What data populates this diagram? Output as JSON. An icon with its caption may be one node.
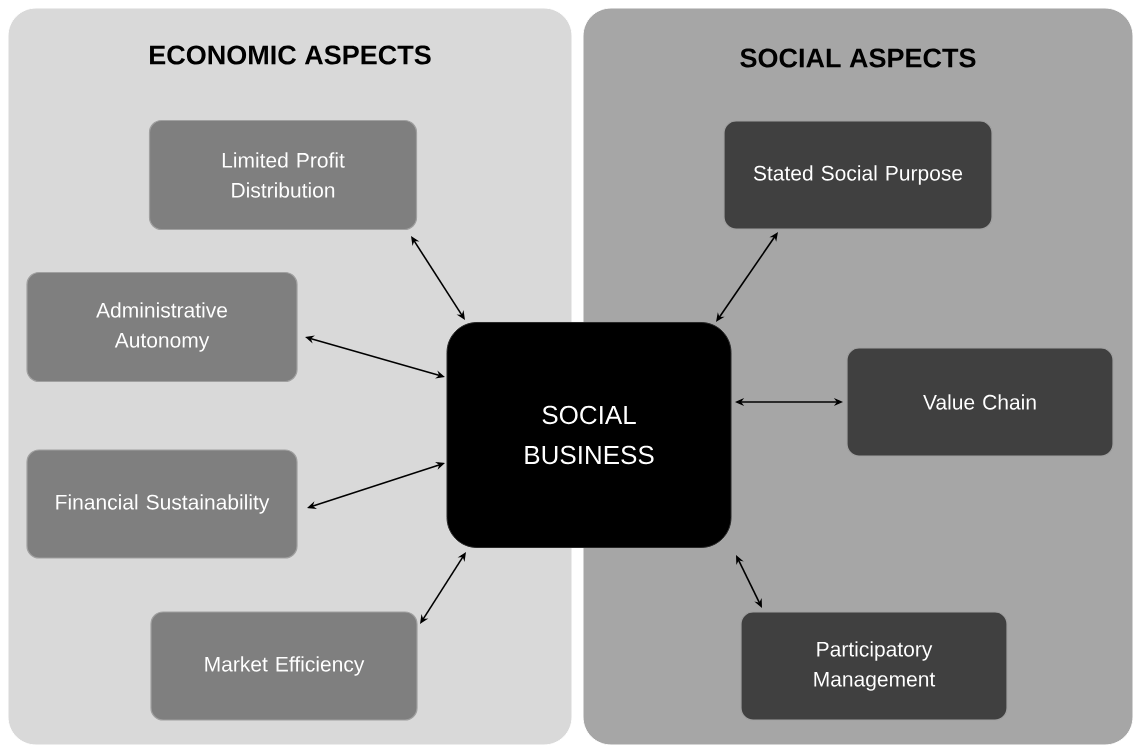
{
  "diagram": {
    "nodes": [
      {
        "text": [
          "ECONOMIC ASPECTS"
        ]
      },
      {
        "text": [
          "Limited Profit Distribution"
        ],
        "in": 0
      },
      {
        "text": [
          "Administrative Autonomy"
        ],
        "in": 0
      },
      {
        "text": [
          "Financial Sustainability"
        ],
        "in": 0
      },
      {
        "text": [
          "Market Efficiency"
        ],
        "in": 0
      },
      {
        "text": [
          "SOCIAL ASPECTS"
        ]
      },
      {
        "text": [
          "Stated Social Purpose"
        ],
        "in": 5
      },
      {
        "text": [
          "Value Chain"
        ],
        "in": 5
      },
      {
        "text": [
          "Participatory Management"
        ],
        "in": 5
      },
      {
        "text": [
          "SOCIAL BUSINESS"
        ]
      }
    ],
    "edges": [
      {
        "from": 9,
        "to": 1,
        "arrow": "both"
      },
      {
        "from": 9,
        "to": 2,
        "arrow": "both"
      },
      {
        "from": 9,
        "to": 3,
        "arrow": "both"
      },
      {
        "from": 9,
        "to": 4,
        "arrow": "both"
      },
      {
        "from": 9,
        "to": 6,
        "arrow": "both"
      },
      {
        "from": 9,
        "to": 7,
        "arrow": "both"
      },
      {
        "from": 9,
        "to": 8,
        "arrow": "both"
      }
    ]
  }
}
